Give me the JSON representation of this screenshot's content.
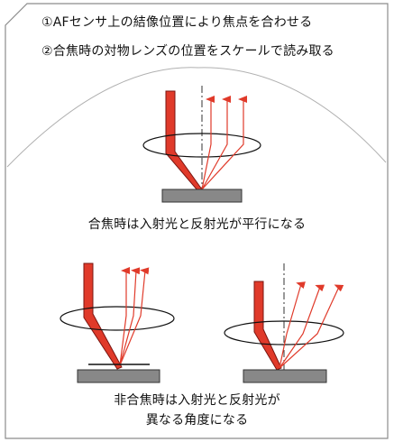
{
  "instructions": {
    "line1": "①AFセンサ上の結像位置により焦点を合わせる",
    "line2": "②合焦時の対物レンズの位置をスケールで読み取る"
  },
  "captions": {
    "focused": "合焦時は入射光と反射光が平行になる",
    "unfocused_line1": "非合焦時は入射光と反射光が",
    "unfocused_line2": "異なる角度になる"
  },
  "colors": {
    "beam": "#e03a2a",
    "beam_dark": "#7a1510",
    "sample": "#888888",
    "panel_border": "#8c8c8c",
    "panel_bg": "#ffffff",
    "arc_stroke": "#b0b0b0"
  }
}
